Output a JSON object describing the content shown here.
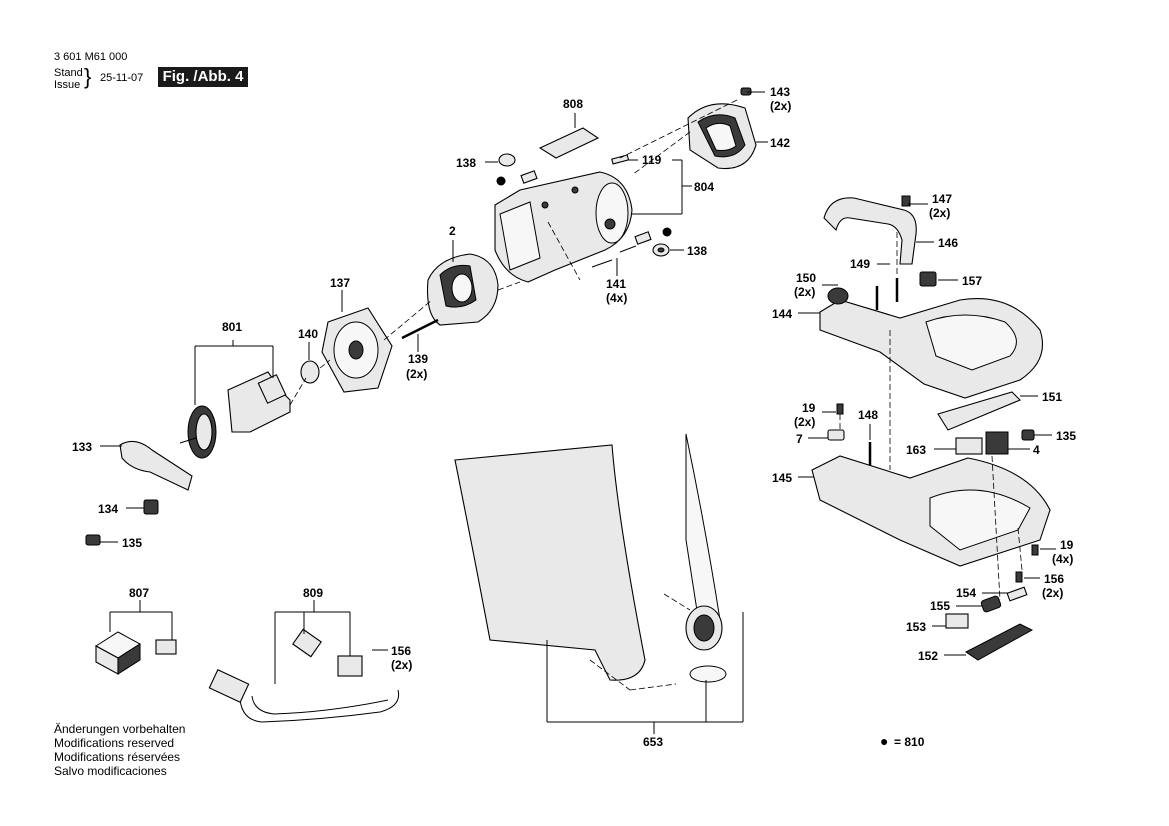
{
  "header": {
    "doc_number": "3 601 M61 000",
    "stand_label": "Stand",
    "issue_label": "Issue",
    "date": "25-11-07",
    "figure": "Fig. /Abb. 4"
  },
  "notes": [
    "Änderungen vorbehalten",
    "Modifications reserved",
    "Modifications réservées",
    "Salvo modificaciones"
  ],
  "legend": {
    "symbol": "●",
    "text": "= 810"
  },
  "callouts": {
    "c143": "143",
    "c143q": "(2x)",
    "c142": "142",
    "c808": "808",
    "c138a": "138",
    "c119": "119",
    "c804": "804",
    "c138b": "138",
    "c141": "141",
    "c141q": "(4x)",
    "c2": "2",
    "c137": "137",
    "c801": "801",
    "c140": "140",
    "c139": "139",
    "c139q": "(2x)",
    "c133": "133",
    "c134": "134",
    "c135a": "135",
    "c807": "807",
    "c809": "809",
    "c156a": "156",
    "c156aq": "(2x)",
    "c653": "653",
    "c147": "147",
    "c147q": "(2x)",
    "c146": "146",
    "c149": "149",
    "c157": "157",
    "c150": "150",
    "c150q": "(2x)",
    "c144": "144",
    "c151": "151",
    "c19a": "19",
    "c19aq": "(2x)",
    "c148": "148",
    "c135b": "135",
    "c7": "7",
    "c163": "163",
    "c4": "4",
    "c145": "145",
    "c19b": "19",
    "c19bq": "(4x)",
    "c154": "154",
    "c156b": "156",
    "c156bq": "(2x)",
    "c155": "155",
    "c153": "153",
    "c152": "152"
  }
}
